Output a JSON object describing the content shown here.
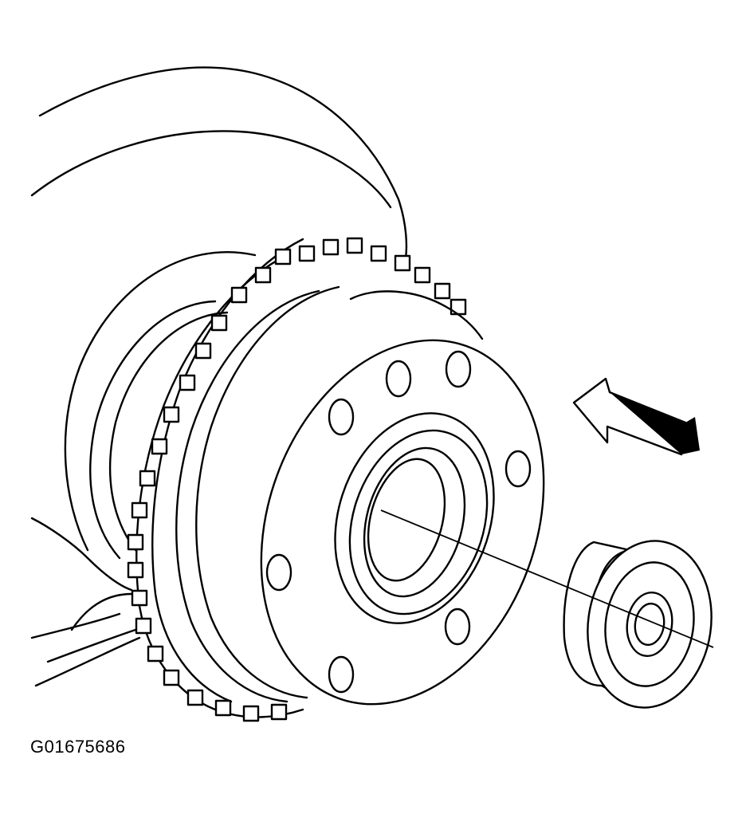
{
  "figure": {
    "id_label": "G01675686"
  },
  "parts": [
    "wheel-hub",
    "sensor-tooth-ring",
    "bearing",
    "knuckle",
    "direction-arrow"
  ],
  "colors": {
    "line": "#000000",
    "background": "#ffffff"
  }
}
